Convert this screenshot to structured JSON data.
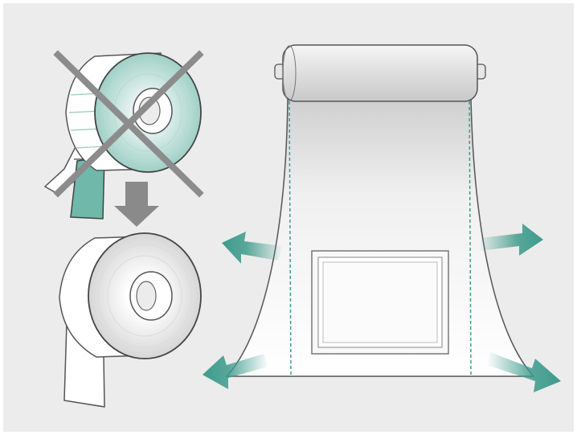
{
  "figure": {
    "background": "#ececec",
    "accent_teal": "#3e9b8c",
    "arrow_gray": "#8a8a8a",
    "cross_gray": "#8c8c8c",
    "panels": [
      {
        "name": "label-roll-crossed",
        "icon": "label-roll-icon",
        "status": "not-allowed"
      },
      {
        "name": "blank-roll",
        "icon": "paper-roll-icon",
        "status": "allowed"
      },
      {
        "name": "film-roll-stretch",
        "icon": "film-stretch-icon",
        "arrows": 4
      }
    ]
  }
}
